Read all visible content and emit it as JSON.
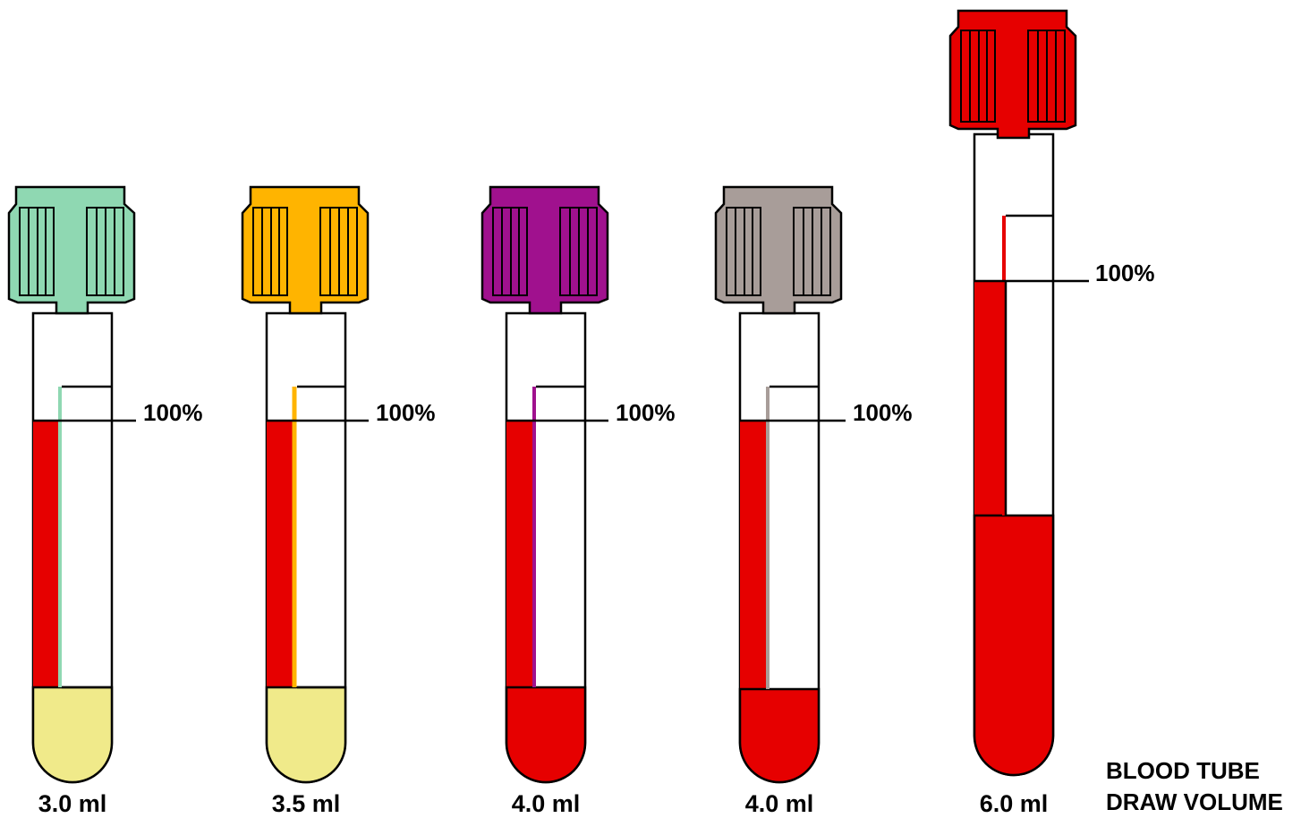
{
  "tubes": [
    {
      "volume_label": "3.0 ml",
      "fill_label": "100%",
      "cap_color": "#8fd8b2",
      "blood_color": "#e60000",
      "additive_color": "#f0ea8a",
      "fill_line_color": "#8fd8b2"
    },
    {
      "volume_label": "3.5 ml",
      "fill_label": "100%",
      "cap_color": "#ffb400",
      "blood_color": "#e60000",
      "additive_color": "#f0ea8a",
      "fill_line_color": "#ffb400"
    },
    {
      "volume_label": "4.0 ml",
      "fill_label": "100%",
      "cap_color": "#a0118e",
      "blood_color": "#e60000",
      "additive_color": "#e60000",
      "fill_line_color": "#a0118e"
    },
    {
      "volume_label": "4.0 ml",
      "fill_label": "100%",
      "cap_color": "#a89d99",
      "blood_color": "#e60000",
      "additive_color": "#e60000",
      "fill_line_color": "#a89d99"
    },
    {
      "volume_label": "6.0 ml",
      "fill_label": "100%",
      "cap_color": "#e60000",
      "blood_color": "#e60000",
      "additive_color": "#e60000",
      "fill_line_color": "#e60000"
    }
  ],
  "caption": {
    "line1": "BLOOD TUBE",
    "line2": "DRAW VOLUME"
  }
}
